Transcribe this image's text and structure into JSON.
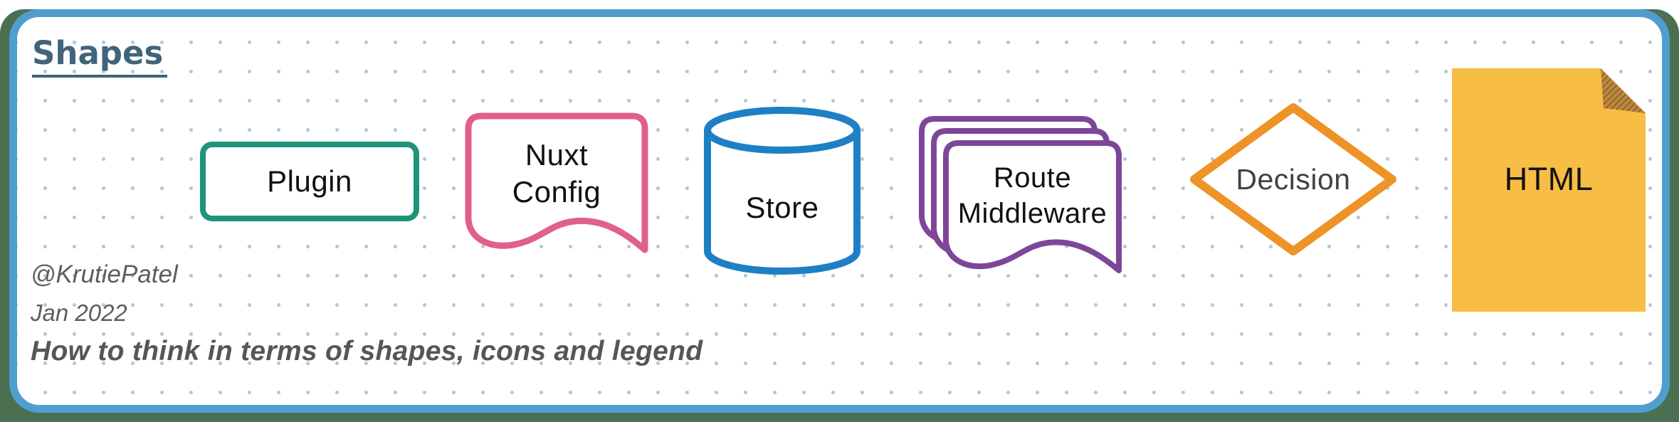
{
  "title": {
    "text": "Shapes"
  },
  "colors": {
    "frame_border": "#4f9ed0",
    "outer_bg": "#4a7051",
    "card_bg": "#ffffff",
    "dot": "#b5c8d4",
    "title": "#3f647b",
    "footer_text": "#5a5e61",
    "caption_text": "#53575a",
    "label": "#111111",
    "label_decision": "#3f4245"
  },
  "shapes": [
    {
      "label": "Plugin",
      "type": "rounded-rectangle",
      "color": "#1e9479"
    },
    {
      "label": "Nuxt Config",
      "type": "document",
      "color": "#e0608a"
    },
    {
      "label": "Store",
      "type": "cylinder",
      "color": "#1e80c4"
    },
    {
      "label": "Route Middleware",
      "type": "multi-document",
      "color": "#7d4698"
    },
    {
      "label": "Decision",
      "type": "diamond",
      "color": "#ee9327"
    },
    {
      "label": "HTML",
      "type": "filled-document",
      "color": "#f8bd44",
      "fold_color": "#bd873c"
    }
  ],
  "footer": {
    "handle": "@KrutiePatel",
    "date": "Jan 2022",
    "caption": "How to think in terms of shapes, icons and legend"
  }
}
